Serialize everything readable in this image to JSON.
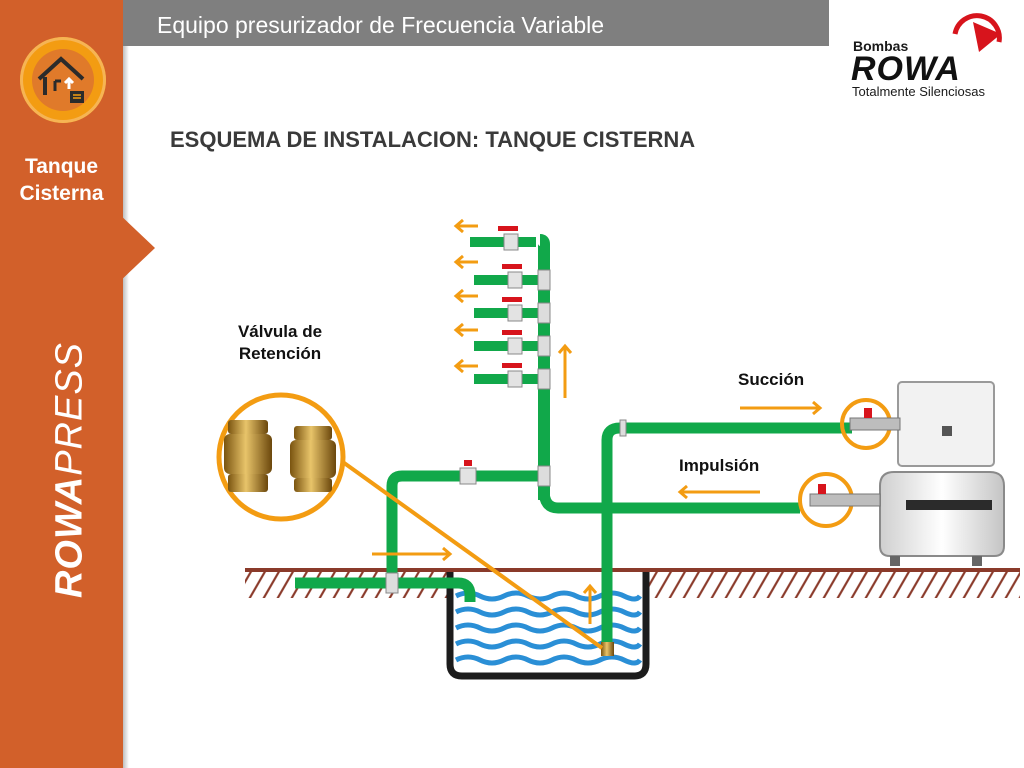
{
  "sidebar": {
    "section_label": "Tanque Cisterna",
    "brand_bold": "ROWA",
    "brand_light": "PRESS",
    "colors": {
      "sidebar": "#d2602a",
      "icon": "#f39c12"
    }
  },
  "header": {
    "title": "Equipo presurizador de Frecuencia Variable"
  },
  "logo": {
    "top_text": "Bombas",
    "brand": "ROWA",
    "tagline": "Totalmente Silenciosas"
  },
  "main": {
    "heading": "ESQUEMA DE INSTALACION: TANQUE CISTERNA"
  },
  "diagram": {
    "labels": {
      "valve": "Válvula de Retención",
      "suction": "Succión",
      "impulsion": "Impulsión"
    },
    "colors": {
      "pipe": "#11a84a",
      "arrow": "#f39c12",
      "water": "#2a8fd6",
      "ground": "#8a3a2a",
      "valve_handle": "#d7141c"
    }
  }
}
